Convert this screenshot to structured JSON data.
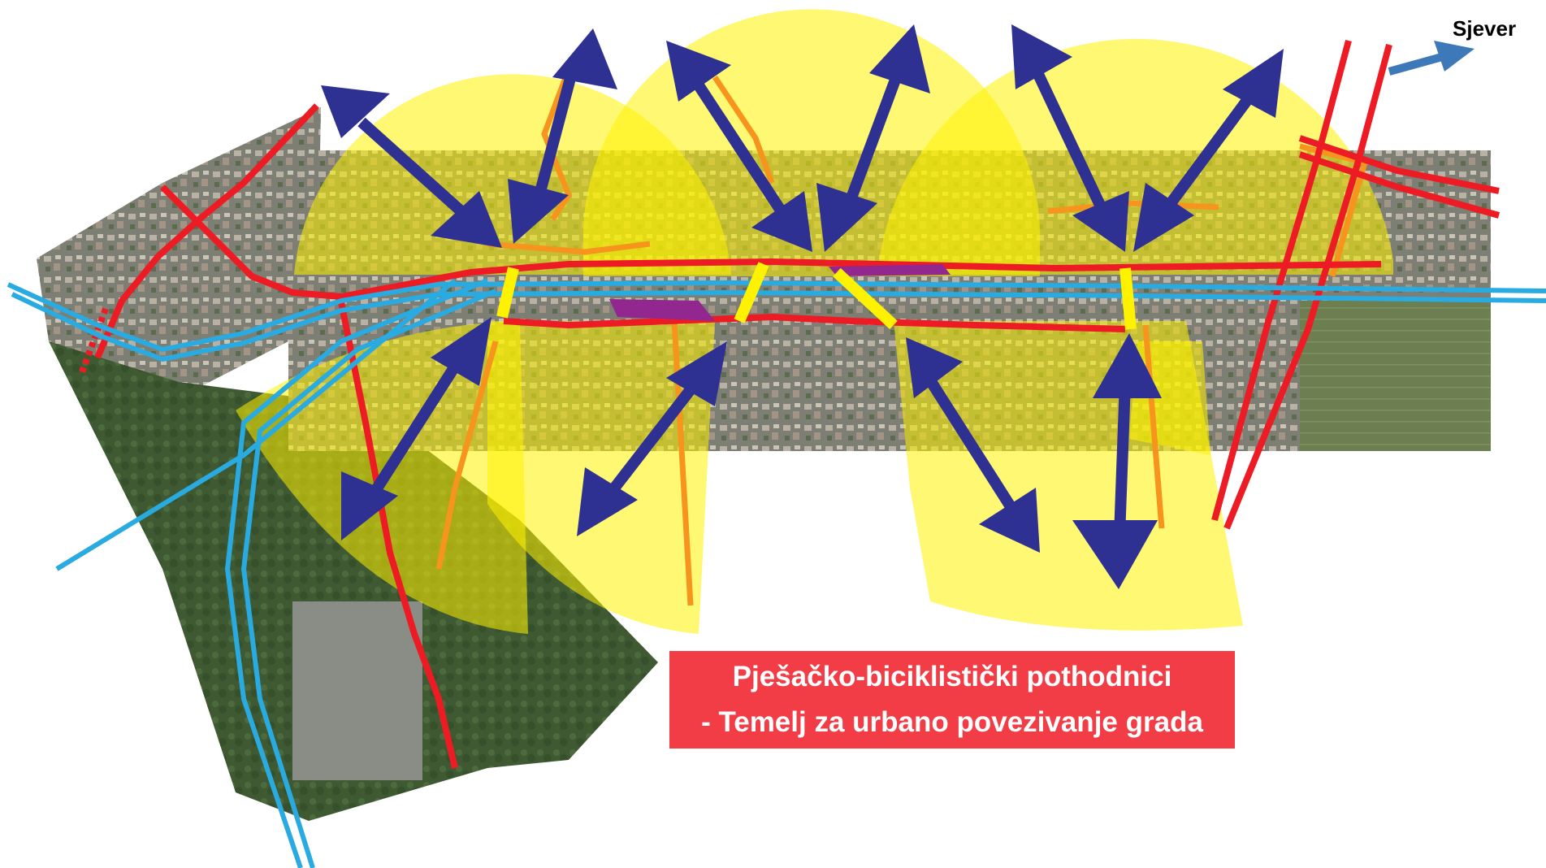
{
  "north_label": "Sjever",
  "caption": {
    "line1": "Pješačko-biciklistički pothodnici",
    "line2": "- Temelj za urbano povezivanje grada"
  },
  "colors": {
    "service_area": "#fff200",
    "arrow": "#2e3192",
    "road": "#ed1c24",
    "railway": "#29abe2",
    "path": "#f7941d",
    "underpass": "#fff200",
    "platform": "#92278f",
    "north_arrow": "#3d79b8",
    "caption_bg": "#f23d46"
  },
  "icons": [
    "north-arrow-icon",
    "double-headed-arrow-icon"
  ]
}
